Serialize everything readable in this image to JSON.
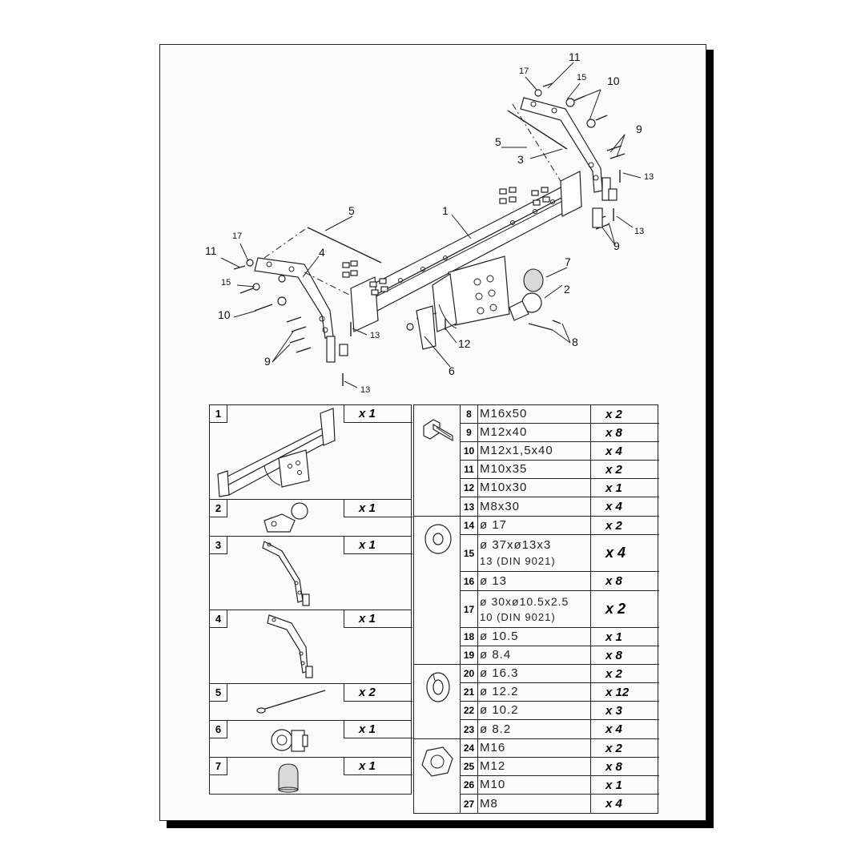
{
  "callouts": {
    "c1": "1",
    "c2": "2",
    "c3": "3",
    "c4": "4",
    "c5a": "5",
    "c5b": "5",
    "c6": "6",
    "c7": "7",
    "c8": "8",
    "c9a": "9",
    "c9b": "9",
    "c9c": "9",
    "c10a": "10",
    "c10b": "10",
    "c11a": "11",
    "c11b": "11",
    "c12": "12",
    "c13a": "13",
    "c13b": "13",
    "c13c": "13",
    "c13d": "13",
    "c15a": "15",
    "c15b": "15",
    "c17a": "17",
    "c17b": "17"
  },
  "left_parts": [
    {
      "num": "1",
      "qty": "x 1",
      "icon": "tow-bar-crossmember"
    },
    {
      "num": "2",
      "qty": "x 1",
      "icon": "tow-ball"
    },
    {
      "num": "3",
      "qty": "x 1",
      "icon": "bracket-right"
    },
    {
      "num": "4",
      "qty": "x 1",
      "icon": "bracket-left"
    },
    {
      "num": "5",
      "qty": "x 2",
      "icon": "tie-rod"
    },
    {
      "num": "6",
      "qty": "x 1",
      "icon": "socket-plate"
    },
    {
      "num": "7",
      "qty": "x 1",
      "icon": "ball-cap"
    }
  ],
  "right_parts": [
    {
      "num": "8",
      "spec": [
        "M16x50"
      ],
      "qty": "x 2"
    },
    {
      "num": "9",
      "spec": [
        "M12x40"
      ],
      "qty": "x 8"
    },
    {
      "num": "10",
      "spec": [
        "M12x1,5x40"
      ],
      "qty": "x 4"
    },
    {
      "num": "11",
      "spec": [
        "M10x35"
      ],
      "qty": "x 2"
    },
    {
      "num": "12",
      "spec": [
        "M10x30"
      ],
      "qty": "x 1"
    },
    {
      "num": "13",
      "spec": [
        "M8x30"
      ],
      "qty": "x 4"
    },
    {
      "num": "14",
      "spec": [
        "ø 17"
      ],
      "qty": "x 2"
    },
    {
      "num": "15",
      "spec": [
        "ø 37xø13x3",
        "13  (DIN 9021)"
      ],
      "qty": "x 4"
    },
    {
      "num": "16",
      "spec": [
        "ø 13"
      ],
      "qty": "x 8"
    },
    {
      "num": "17",
      "spec": [
        "ø 30xø10.5x2.5",
        "10  (DIN 9021)"
      ],
      "qty": "x 2"
    },
    {
      "num": "18",
      "spec": [
        "ø 10.5"
      ],
      "qty": "x 1"
    },
    {
      "num": "19",
      "spec": [
        "ø 8.4"
      ],
      "qty": "x 8"
    },
    {
      "num": "20",
      "spec": [
        "ø 16.3"
      ],
      "qty": "x 2"
    },
    {
      "num": "21",
      "spec": [
        "ø 12.2"
      ],
      "qty": "x 12"
    },
    {
      "num": "22",
      "spec": [
        "ø 10.2"
      ],
      "qty": "x 3"
    },
    {
      "num": "23",
      "spec": [
        "ø 8.2"
      ],
      "qty": "x 4"
    },
    {
      "num": "24",
      "spec": [
        "M16"
      ],
      "qty": "x 2"
    },
    {
      "num": "25",
      "spec": [
        "M12"
      ],
      "qty": "x 8"
    },
    {
      "num": "26",
      "spec": [
        "M10"
      ],
      "qty": "x 1"
    },
    {
      "num": "27",
      "spec": [
        "M8"
      ],
      "qty": "x 4"
    }
  ],
  "group_icons": [
    "bolt-icon",
    "flat-washer-icon",
    "spring-washer-icon",
    "hex-nut-icon"
  ]
}
